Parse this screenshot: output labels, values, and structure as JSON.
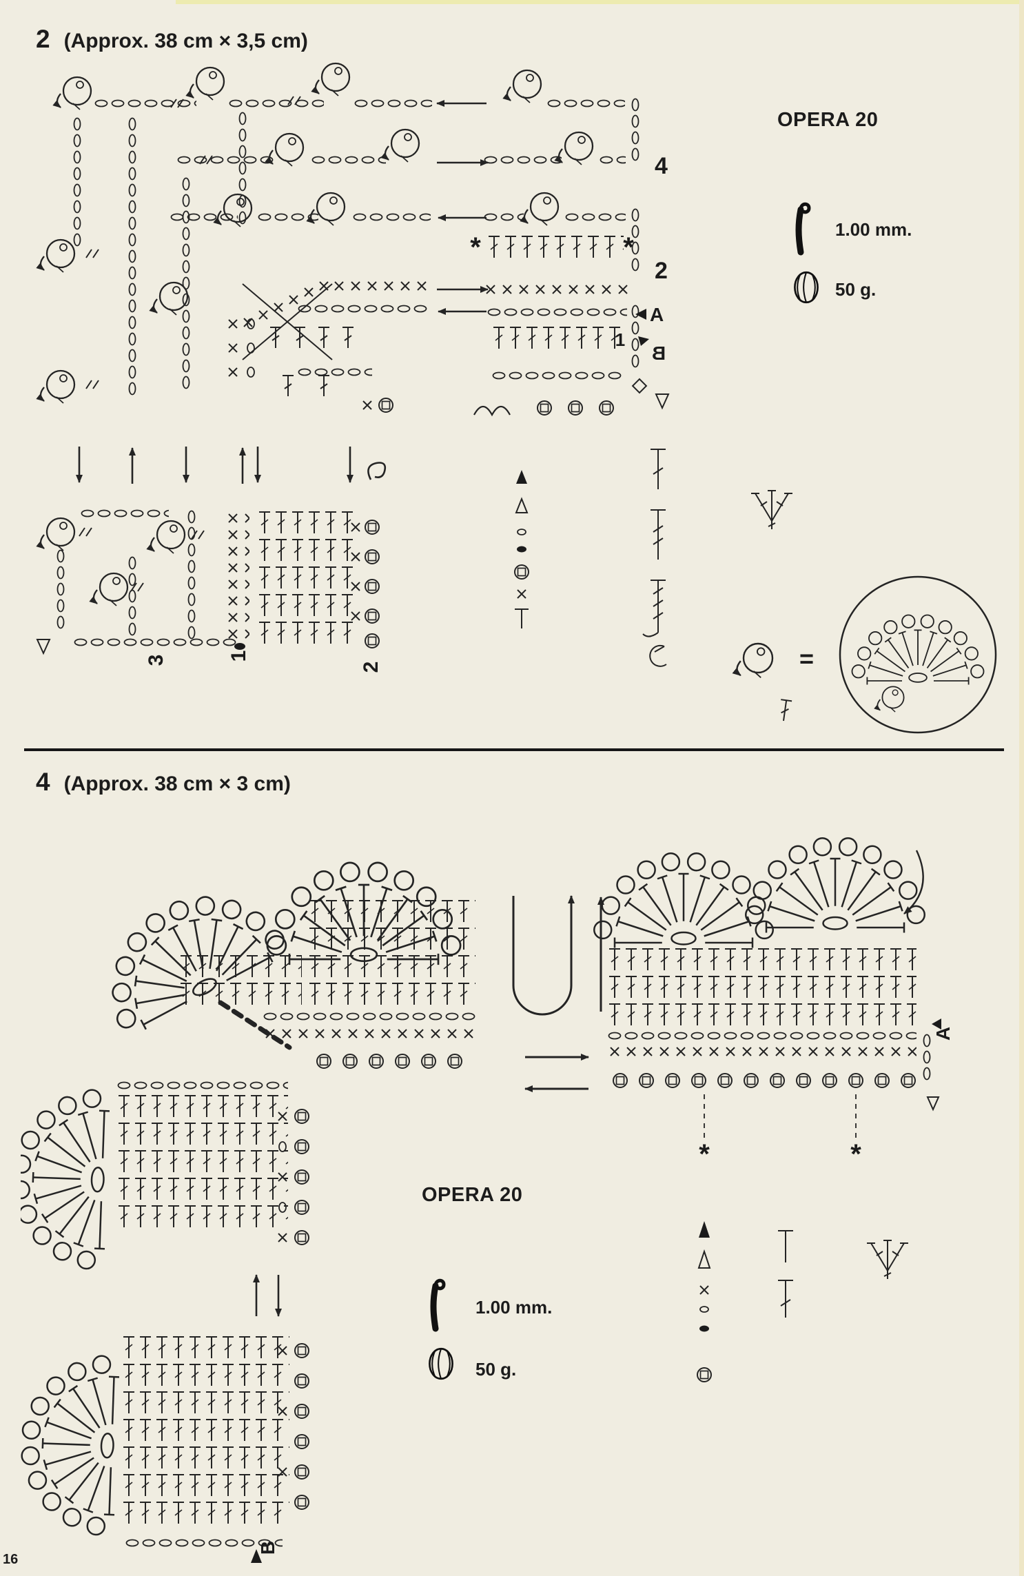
{
  "page": {
    "number": "16"
  },
  "icons": {
    "hook": "crochet-hook",
    "yarn": "yarn-ball"
  },
  "section1": {
    "heading_number": "2",
    "heading_size": "(Approx. 38 cm × 3,5 cm)",
    "brand": "OPERA 20",
    "hook_size": "1.00 mm.",
    "yarn_weight": "50 g.",
    "chart_labels": {
      "bracket_top": "4",
      "bracket_mid": "2",
      "marker_a": "A",
      "marker_b": "B",
      "row_one": "1",
      "star_left": "*",
      "star_right": "*",
      "rot_three": "3",
      "rot_one": "1",
      "rot_two": "2",
      "equals": "="
    }
  },
  "section2": {
    "heading_number": "4",
    "heading_size": "(Approx. 38 cm × 3 cm)",
    "brand": "OPERA 20",
    "hook_size": "1.00 mm.",
    "yarn_weight": "50 g.",
    "chart_labels": {
      "marker_a": "A",
      "marker_b": "B",
      "star_left": "*",
      "star_right": "*"
    }
  }
}
